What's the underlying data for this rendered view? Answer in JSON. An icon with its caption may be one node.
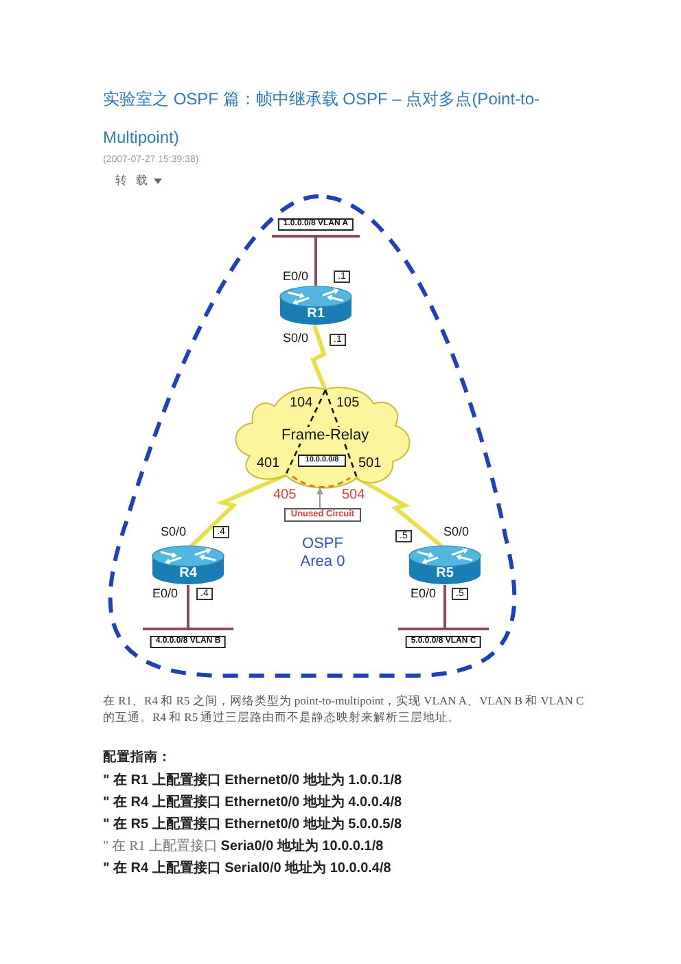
{
  "diagram": {
    "title": "实验室之 OSPF 篇：帧中继承载 OSPF – 点对多点(Point-to-Multipoint)",
    "nodes": [
      {
        "text": [
          "OSPF Area 0"
        ]
      },
      {
        "text": [
          "1.0.0.0/8 VLAN A"
        ],
        "in": 0
      },
      {
        "text": [
          "R1"
        ],
        "beside": [
          "E0/0",
          ".1",
          "S0/0",
          ".1"
        ],
        "in": 0
      },
      {
        "text": [
          "104",
          "105",
          "Frame-Relay",
          "401",
          "501"
        ],
        "beside": [
          "405",
          "504"
        ],
        "in": 0
      },
      {
        "text": [
          "10.0.0.0/8"
        ],
        "in": 3
      },
      {
        "text": [],
        "shape": "line",
        "in": 3
      },
      {
        "text": [
          "Unused Circuit"
        ],
        "in": 0
      },
      {
        "text": [
          "R4"
        ],
        "beside": [
          "S0/0",
          ".4",
          "E0/0",
          ".4"
        ],
        "in": 0
      },
      {
        "text": [
          "R5"
        ],
        "beside": [
          ".5",
          "S0/0",
          "E0/0",
          ".5"
        ],
        "in": 0
      },
      {
        "text": [
          "4.0.0.0/8 VLAN B"
        ],
        "in": 0
      },
      {
        "text": [
          "5.0.0.0/8 VLAN C"
        ],
        "in": 0
      }
    ],
    "edges": [
      {
        "from": 1,
        "to": 2,
        "arrow": "none"
      },
      {
        "from": 2,
        "to": 3,
        "arrow": "none",
        "color": "#e8e048"
      },
      {
        "from": 3,
        "to": 7,
        "arrow": "none",
        "color": "#e8e048"
      },
      {
        "from": 3,
        "to": 8,
        "arrow": "none",
        "color": "#e8e048"
      },
      {
        "from": 7,
        "to": 9,
        "arrow": "none"
      },
      {
        "from": 8,
        "to": 10,
        "arrow": "none"
      },
      {
        "from": 6,
        "to": 5,
        "arrow": "to",
        "color": "#999999"
      }
    ],
    "labels": [
      "(2007-07-27 15:39:38)",
      "转载",
      "在 R1、R4 和 R5 之间，网络类型为 point-to-multipoint，实现 VLAN A、VLAN B 和 VLAN C 的互通。R4 和 R5 通过三层路由而不是静态映射来解析三层地址。",
      "配置指南：",
      "\" 在 R1 上配置接口 Ethernet0/0 地址为 1.0.0.1/8",
      "\" 在 R4 上配置接口 Ethernet0/0 地址为 4.0.0.4/8",
      "\" 在 R5 上配置接口 Ethernet0/0 地址为 5.0.0.5/8",
      "\" 在 R1 上配置接口 **Seria0/0 地址为 10.0.0.1/8**",
      "\" 在 R4 上配置接口 Serial0/0 地址为 10.0.0.4/8"
    ]
  }
}
